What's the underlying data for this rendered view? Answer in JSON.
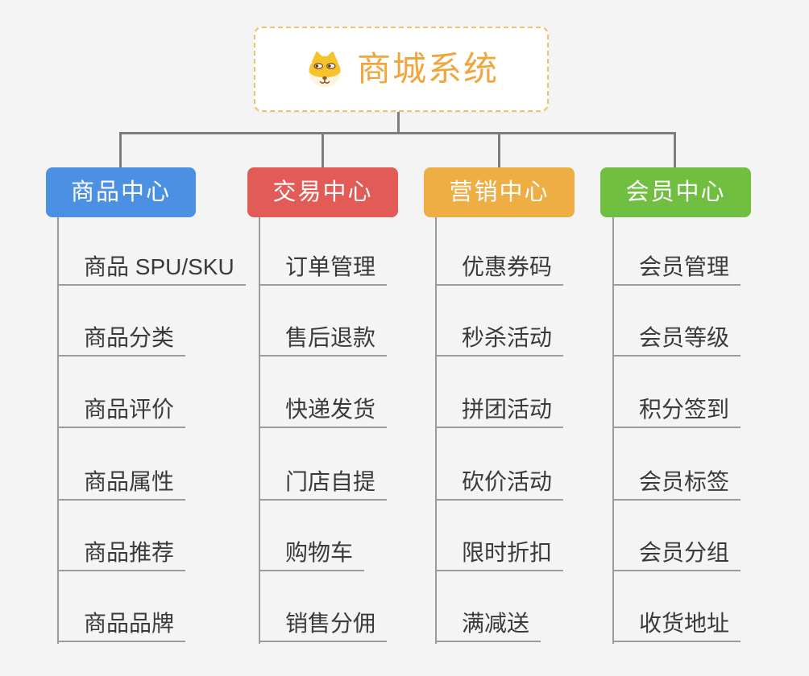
{
  "root": {
    "title": "商城系统",
    "icon": "dog-face-icon",
    "title_color": "#f0a63c",
    "border_color": "#f2c167"
  },
  "branches": [
    {
      "label": "商品中心",
      "color": "#4b90e2",
      "items": [
        "商品 SPU/SKU",
        "商品分类",
        "商品评价",
        "商品属性",
        "商品推荐",
        "商品品牌"
      ]
    },
    {
      "label": "交易中心",
      "color": "#e25b57",
      "items": [
        "订单管理",
        "售后退款",
        "快递发货",
        "门店自提",
        "购物车",
        "销售分佣"
      ]
    },
    {
      "label": "营销中心",
      "color": "#eeae44",
      "items": [
        "优惠券码",
        "秒杀活动",
        "拼团活动",
        "砍价活动",
        "限时折扣",
        "满减送"
      ]
    },
    {
      "label": "会员中心",
      "color": "#70bf41",
      "items": [
        "会员管理",
        "会员等级",
        "积分签到",
        "会员标签",
        "会员分组",
        "收货地址"
      ]
    }
  ],
  "connector_color": "#7d7d7d",
  "underline_color": "#9b9b9b",
  "item_text_color": "#3a3a3a",
  "background_color": "#f4f4f5"
}
